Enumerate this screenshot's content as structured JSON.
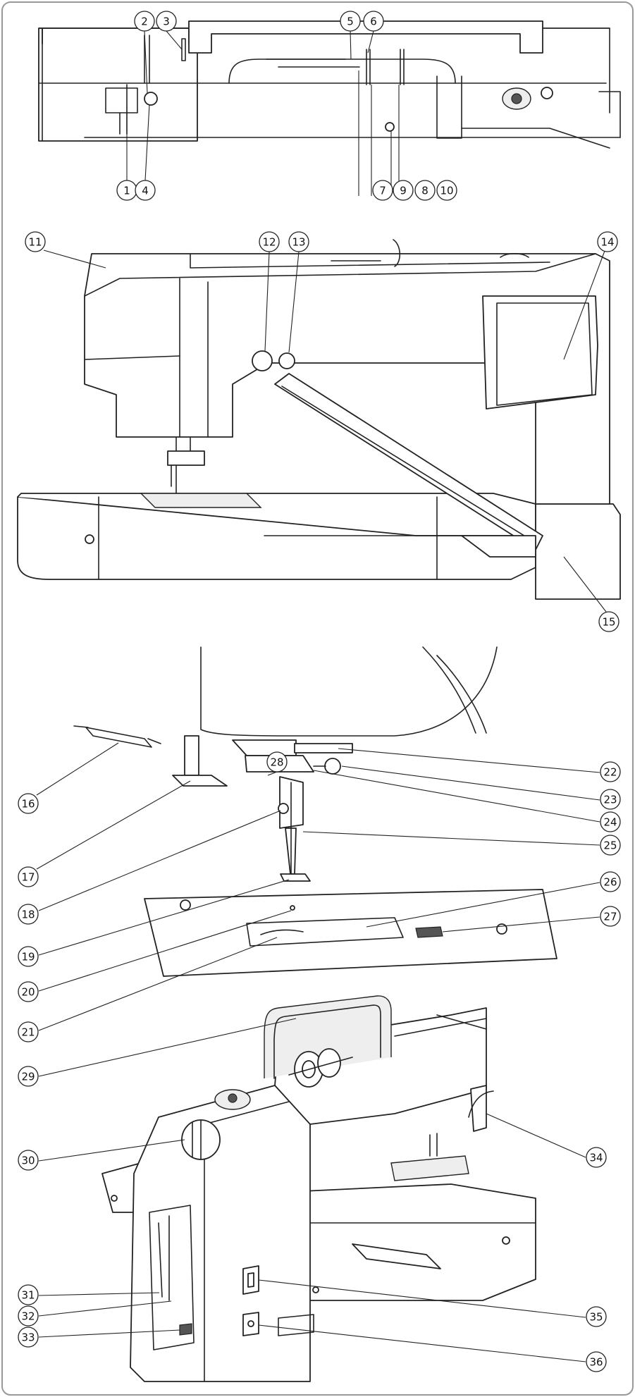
{
  "callouts": [
    "1",
    "2",
    "3",
    "4",
    "5",
    "6",
    "7",
    "8",
    "9",
    "10",
    "11",
    "12",
    "13",
    "14",
    "15",
    "16",
    "17",
    "18",
    "19",
    "20",
    "21",
    "22",
    "23",
    "24",
    "25",
    "26",
    "27",
    "28",
    "29",
    "30",
    "31",
    "32",
    "33",
    "34",
    "35",
    "36"
  ],
  "colors": {
    "ink": "#222222",
    "paper": "#ffffff",
    "frame": "#999999"
  }
}
